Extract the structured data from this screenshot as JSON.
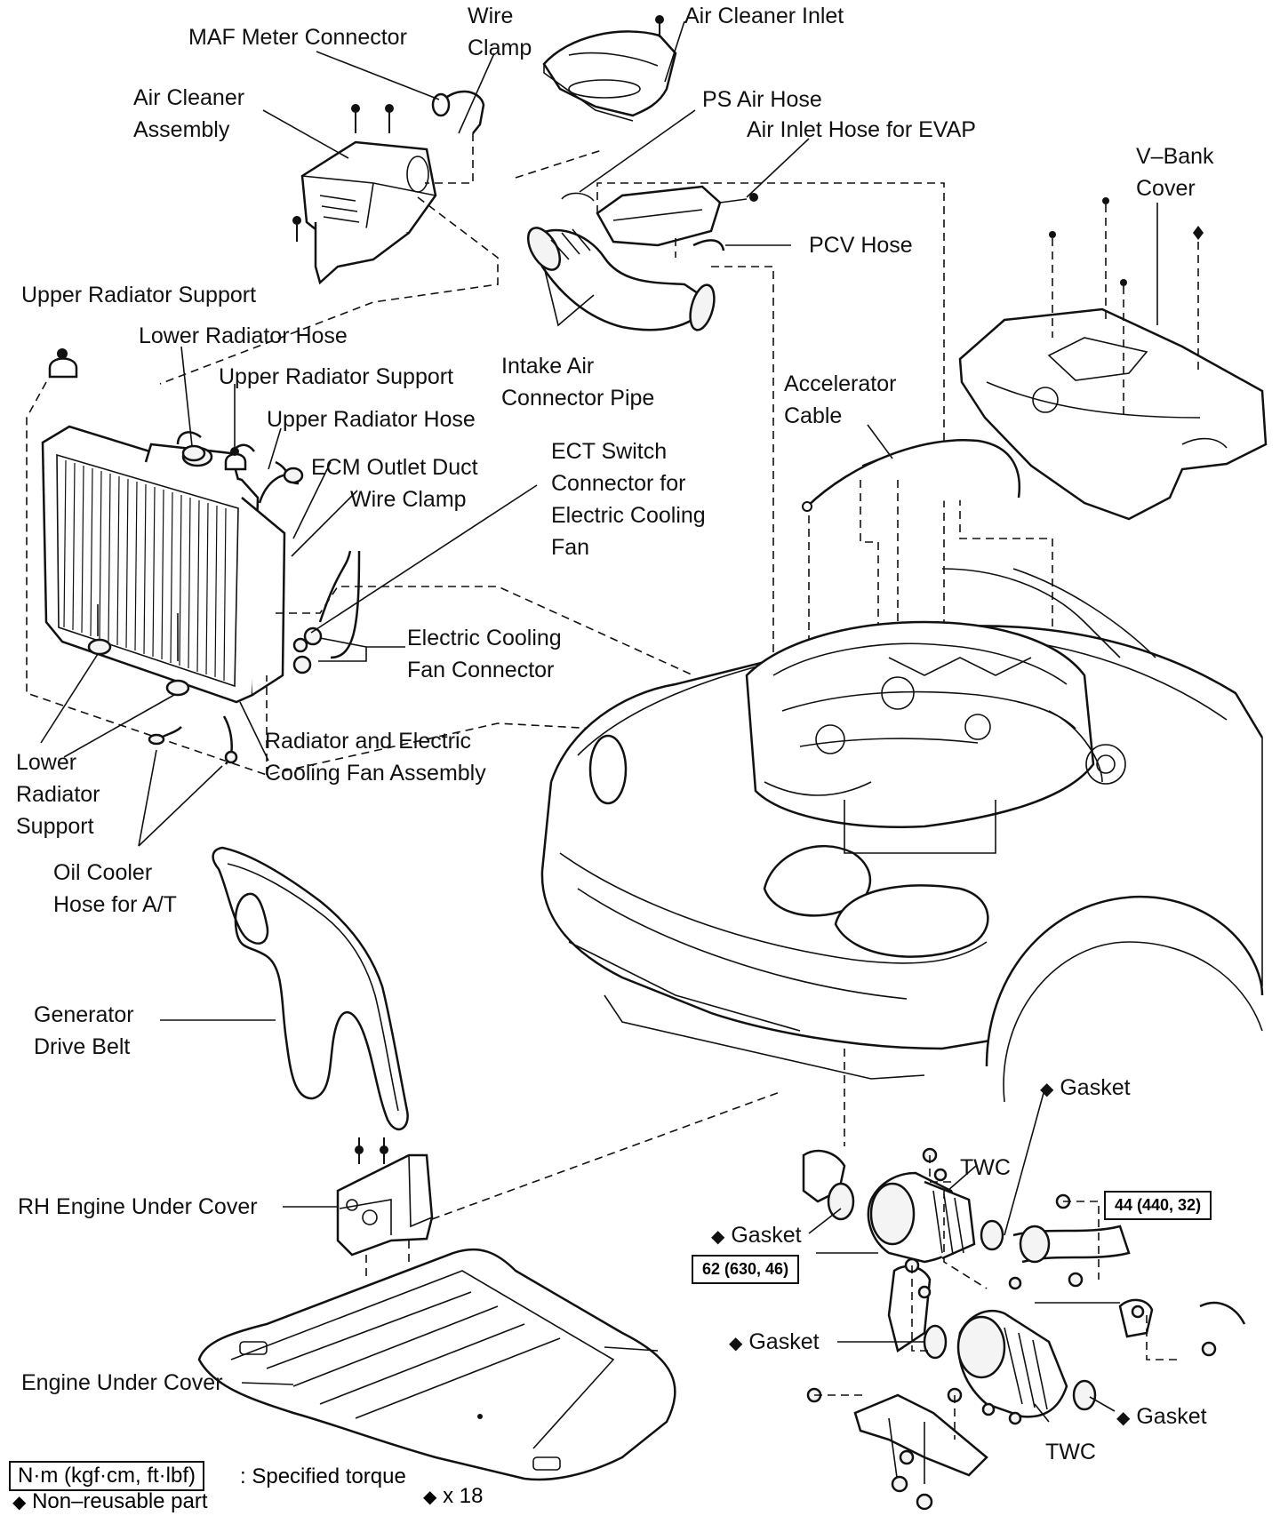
{
  "labels": {
    "wire_clamp_top": [
      "Wire",
      "Clamp"
    ],
    "air_cleaner_inlet": "Air Cleaner Inlet",
    "maf_meter_connector": "MAF Meter Connector",
    "air_cleaner_assembly": [
      "Air Cleaner",
      "Assembly"
    ],
    "ps_air_hose": "PS Air Hose",
    "air_inlet_hose_evap": "Air Inlet Hose for EVAP",
    "v_bank_cover": [
      "V–Bank",
      "Cover"
    ],
    "pcv_hose": "PCV Hose",
    "upper_radiator_support_1": "Upper Radiator Support",
    "lower_radiator_hose": "Lower Radiator Hose",
    "upper_radiator_support_2": "Upper Radiator Support",
    "intake_air_connector_pipe": [
      "Intake Air",
      "Connector Pipe"
    ],
    "accelerator_cable": [
      "Accelerator",
      "Cable"
    ],
    "upper_radiator_hose": "Upper Radiator Hose",
    "ecm_outlet_duct": "ECM Outlet Duct",
    "wire_clamp_mid": "Wire Clamp",
    "ect_switch_connector": [
      "ECT Switch",
      "Connector for",
      "Electric Cooling",
      "Fan"
    ],
    "electric_cooling_fan_connector": [
      "Electric Cooling",
      "Fan Connector"
    ],
    "radiator_fan_assembly": [
      "Radiator and Electric",
      "Cooling Fan Assembly"
    ],
    "lower_radiator_support": [
      "Lower",
      "Radiator",
      "Support"
    ],
    "oil_cooler_hose": [
      "Oil Cooler",
      "Hose for A/T"
    ],
    "generator_drive_belt": [
      "Generator",
      "Drive Belt"
    ],
    "gasket_1": "Gasket",
    "twc_1": "TWC",
    "gasket_2": "Gasket",
    "rh_engine_under_cover": "RH Engine Under Cover",
    "gasket_3": "Gasket",
    "engine_under_cover": "Engine Under Cover",
    "gasket_4": "Gasket",
    "twc_2": "TWC"
  },
  "torques": {
    "t1": "44 (440, 32)",
    "t2": "62 (630, 46)"
  },
  "legend": {
    "torque_box": "N·m (kgf·cm, ft·lbf)",
    "torque_text": ": Specified torque",
    "non_reusable": "Non–reusable part",
    "count": "x 18"
  },
  "symbols": {
    "diamond": "◆",
    "diamond_icon": "diamond-icon",
    "bolt_icon": "bolt-icon"
  },
  "colors": {
    "ink": "#111111",
    "paper": "#ffffff"
  }
}
